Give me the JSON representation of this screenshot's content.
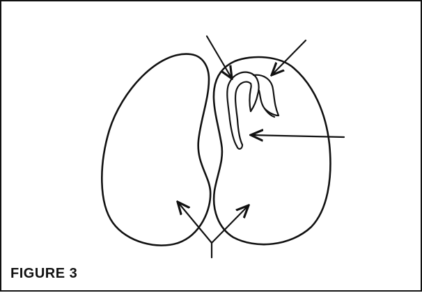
{
  "figure": {
    "caption": "FIGURE 3"
  },
  "colors": {
    "ink": "#111111",
    "paper": "#ffffff"
  },
  "parts": {
    "cotyledon_left": "seed-half-left",
    "cotyledon_right": "seed-half-right",
    "embryo": "embryo-shoot",
    "arrows": [
      "arrow-to-seed-coat-edge",
      "arrow-to-plumule",
      "arrow-to-radicle",
      "arrow-forked-to-cotyledons"
    ]
  }
}
